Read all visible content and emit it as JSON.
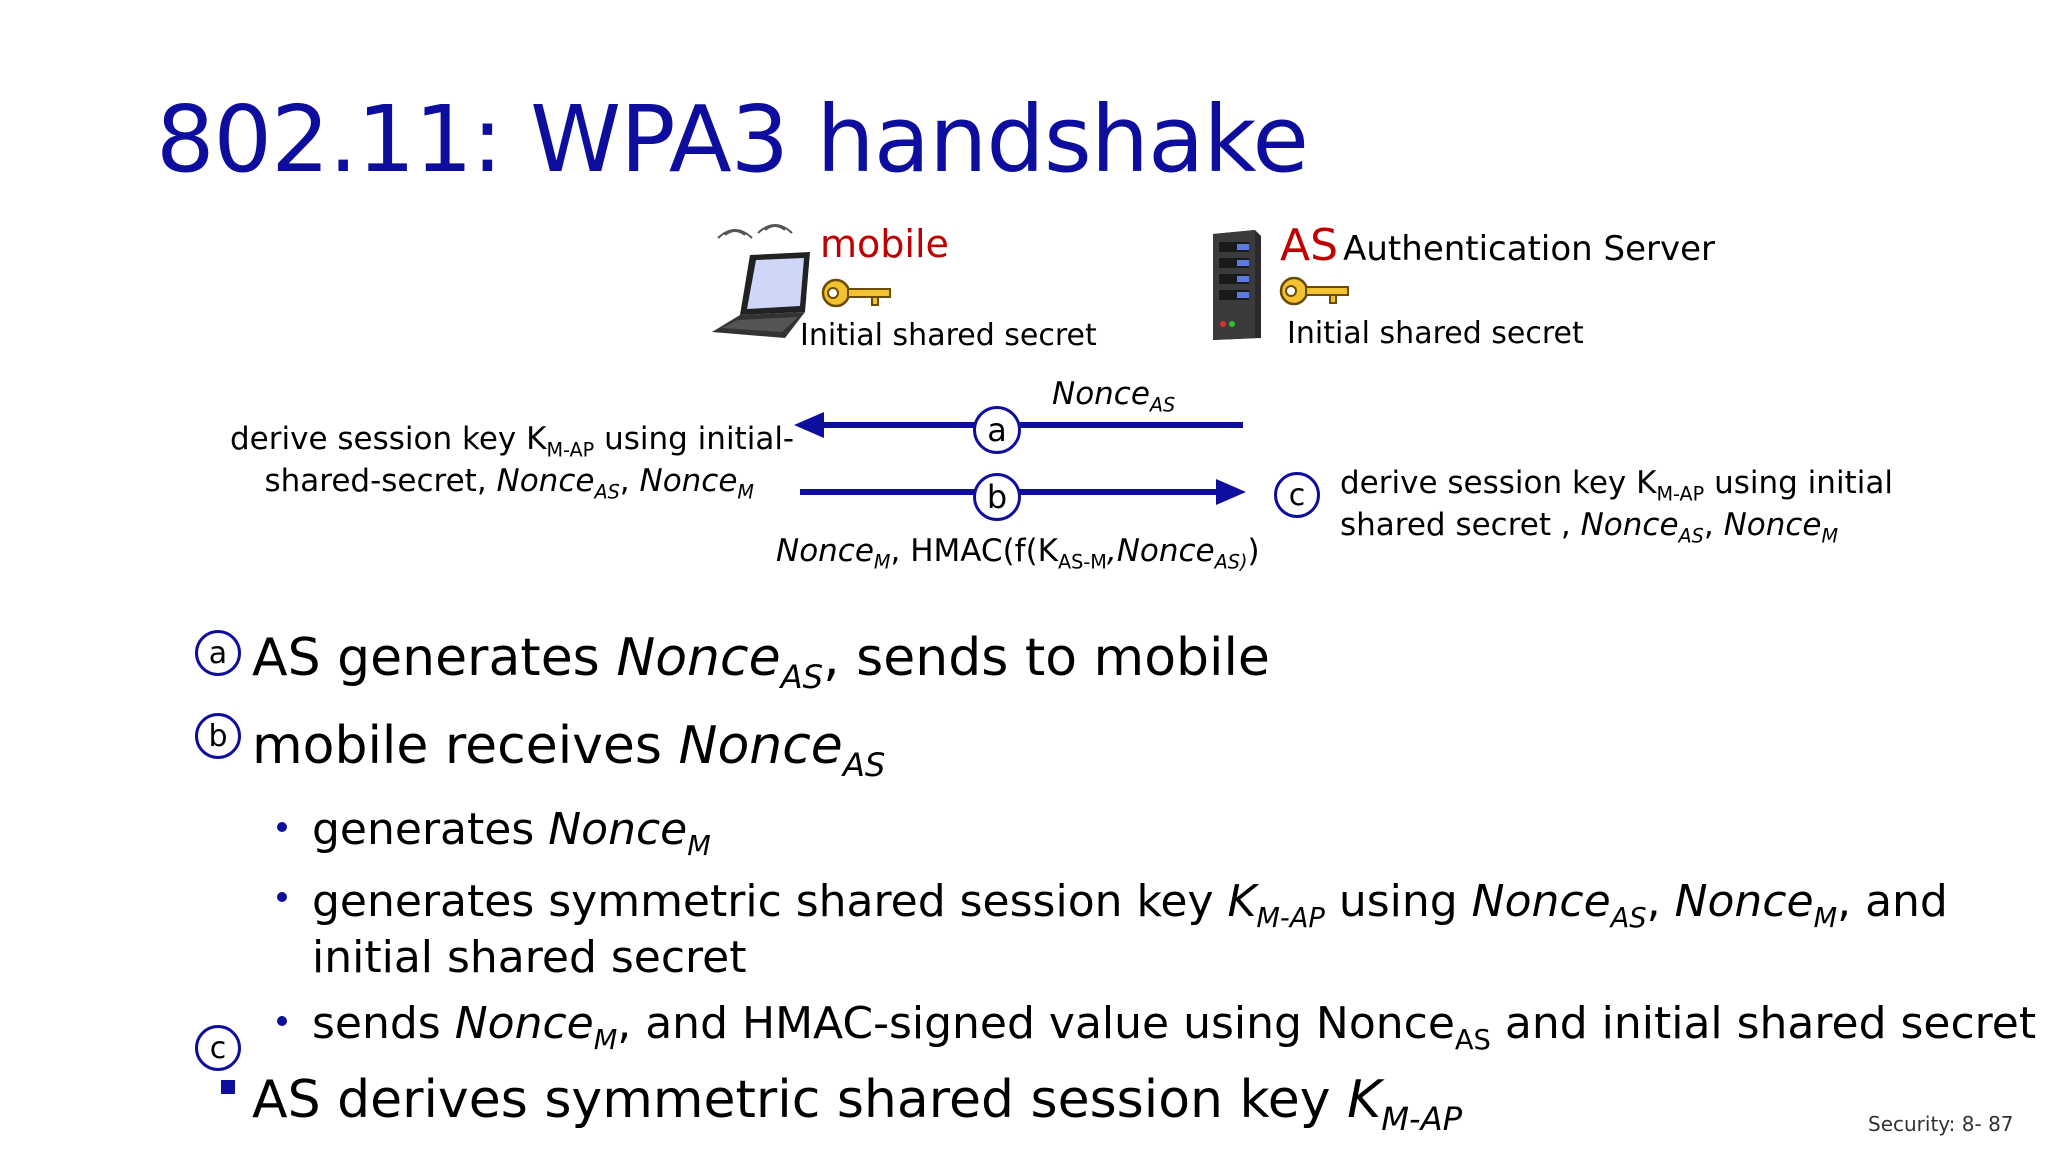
{
  "slide": {
    "title": "802.11: WPA3 handshake",
    "footer": "Security: 8- 87"
  },
  "diagram": {
    "mobile": {
      "name": "mobile",
      "secret": "Initial shared secret"
    },
    "server": {
      "abbr": "AS",
      "name": "Authentication Server",
      "secret": "Initial shared secret"
    },
    "arrow_a": {
      "marker": "a",
      "label": "Nonce",
      "label_sub": "AS"
    },
    "arrow_b": {
      "marker": "b",
      "p1": "Nonce",
      "p1_sub": "M",
      "p2": ", HMAC(f(K",
      "p2_sub": "AS-M",
      "p3": ",Nonce",
      "p3_sub": "AS)",
      "p4": ")"
    },
    "left_note": {
      "l1a": "derive session key K",
      "l1_sub": "M-AP",
      "l1b": " using  initial-",
      "l2a": "shared-secret, ",
      "n1": "Nonce",
      "n1_sub": "AS",
      "sep": ", ",
      "n2": "Nonce",
      "n2_sub": "M"
    },
    "right_note": {
      "marker": "c",
      "l1a": "derive session key K",
      "l1_sub": "M-AP",
      "l1b": " using  initial",
      "l2a": "shared secret , ",
      "n1": "Nonce",
      "n1_sub": "AS",
      "sep": ", ",
      "n2": "Nonce",
      "n2_sub": "M"
    }
  },
  "bullets": {
    "a": {
      "marker": "a",
      "t1": "AS generates ",
      "n": "Nonce",
      "n_sub": "AS",
      "t2": ", sends to mobile"
    },
    "b": {
      "marker": "b",
      "t1": "mobile receives ",
      "n": "Nonce",
      "n_sub": "AS"
    },
    "b1": {
      "t1": "generates ",
      "n": "Nonce",
      "n_sub": "M"
    },
    "b2": {
      "t1": "generates symmetric shared session key ",
      "k": "K",
      "k_sub": "M-AP",
      "t2": " using ",
      "n1": "Nonce",
      "n1_sub": "AS",
      "sep": ", ",
      "n2": "Nonce",
      "n2_sub": "M",
      "t3": ", and",
      "line2": "initial shared secret"
    },
    "b3": {
      "t1": "sends ",
      "n": "Nonce",
      "n_sub": "M",
      "t2": ", and HMAC-signed value using Nonce",
      "n2_sub": "AS",
      "t3": " and initial shared secret"
    },
    "c": {
      "marker": "c",
      "t1": "AS derives symmetric shared session key ",
      "k": "K",
      "k_sub": "M-AP"
    }
  }
}
